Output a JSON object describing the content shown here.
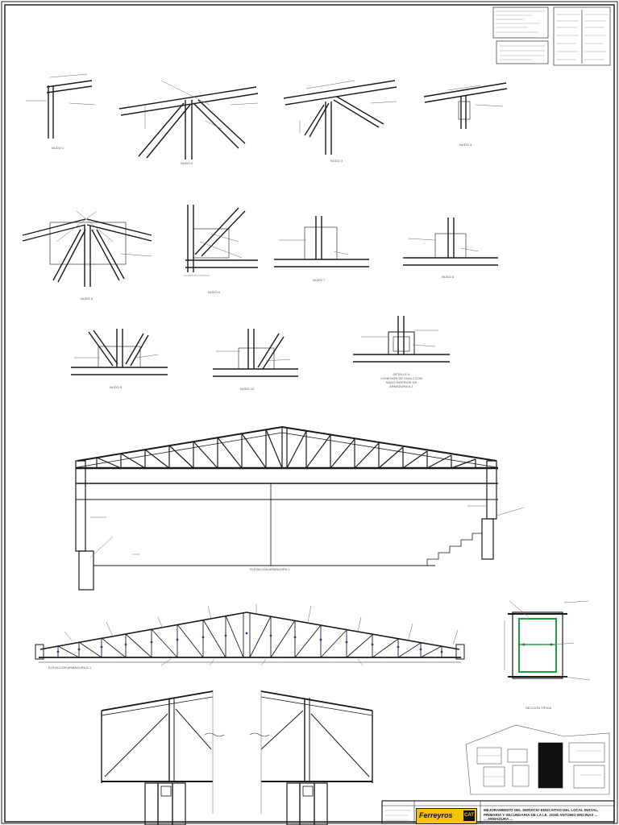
{
  "sheet": {
    "detail_labels": [
      "NUDO 1",
      "NUDO 2",
      "NUDO 3",
      "NUDO 4",
      "NUDO 5",
      "NUDO 6",
      "NUDO 7",
      "NUDO 8",
      "NUDO 9",
      "NUDO 10"
    ],
    "detail_a": {
      "line1": "DETALLE A",
      "line2": "CONEXIÓN DE VIGA 2 CON",
      "line3": "NUDO INFERIOR DE",
      "line4": "ARMADURA A-1"
    },
    "elevation_label": "ELEVACIÓN ARMADURA 1",
    "truss_label": "ELEVACIÓN ARMADURA A-1",
    "section_label": "SECCIÓN TÍPICA",
    "title_block": {
      "company": "Ferreyros",
      "brand": "CAT",
      "project": "MEJORAMIENTO DEL SERVICIO EDUCATIVO DEL LOCAL INICIAL, PRIMARIA Y SECUNDARIA DE LA I.E. JOSÉ ANTONIO ENCINAS ...",
      "project_cont": "... ARMADURA ..."
    },
    "colors": {
      "line": "#1a1a1a",
      "section_highlight": "#1aa33a",
      "truss_nodes": "#2b3a8f",
      "logo_bg": "#f5c400",
      "plan_fill": "#111111"
    }
  }
}
